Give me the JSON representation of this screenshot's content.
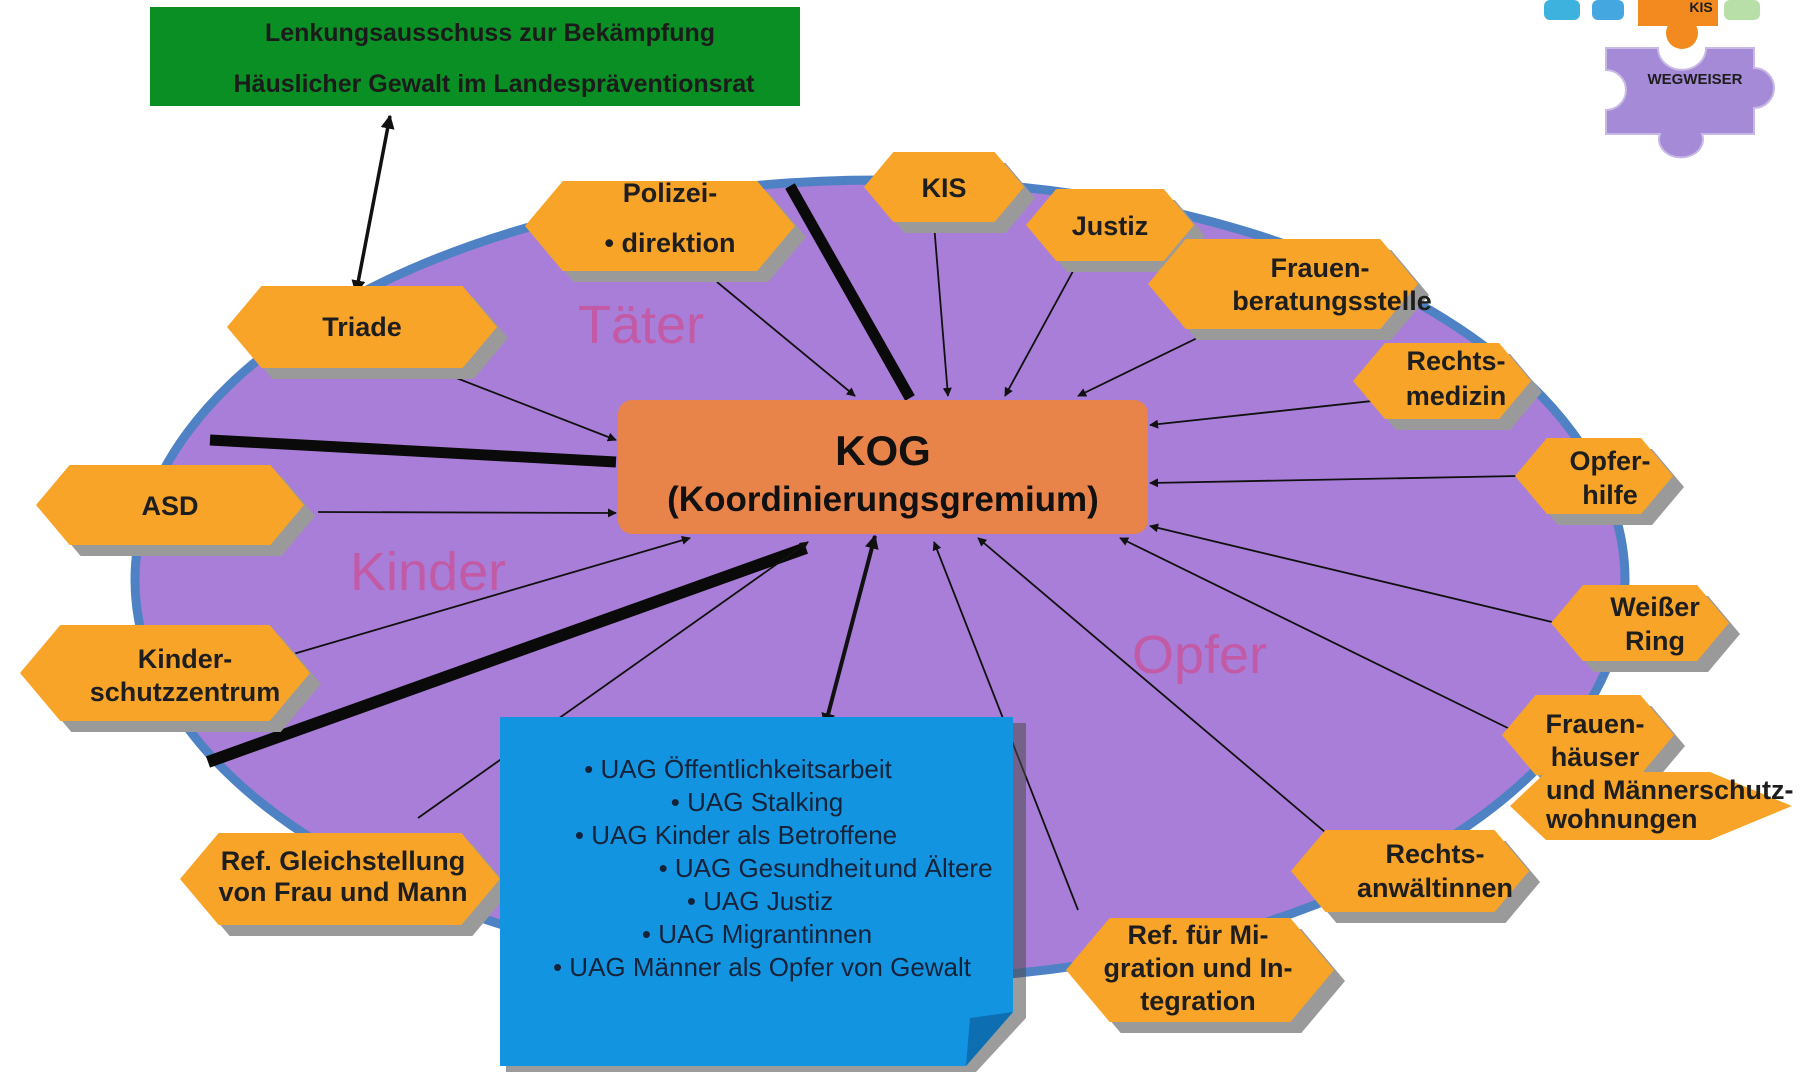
{
  "header_box": {
    "line1": "Lenkungsausschuss zur Bekämpfung",
    "line2": "Häuslicher Gewalt im Landespräventionsrat"
  },
  "logo": {
    "top_text": "KIS",
    "bottom_text": "WEGWEISER"
  },
  "center": {
    "title": "KOG",
    "subtitle": "(Koordinierungsgremium)"
  },
  "zones": {
    "taeter": "Täter",
    "kinder": "Kinder",
    "opfer": "Opfer"
  },
  "nodes": {
    "polizei": [
      "Polizei-",
      "•  direktion"
    ],
    "kis": [
      "KIS"
    ],
    "justiz": [
      "Justiz"
    ],
    "frauenberatung": [
      "Frauen-",
      "beratungsstelle"
    ],
    "rechtsmedizin": [
      "Rechts-",
      "medizin"
    ],
    "opferhilfe": [
      "Opfer-",
      "hilfe"
    ],
    "weisser_ring": [
      "Weißer",
      "Ring"
    ],
    "frauenhaeuser": [
      "Frauen-",
      "häuser"
    ],
    "maennerschutz": [
      "und Männerschutz-",
      "wohnungen"
    ],
    "rechtsanwaeltinnen": [
      "Rechts-",
      "anwältinnen"
    ],
    "migration": [
      "Ref. für Mi-",
      "gration und In-",
      "tegration"
    ],
    "gleichstellung": [
      "Ref. Gleichstellung",
      "von Frau und Mann"
    ],
    "kinderschutz": [
      "Kinder-",
      "schutzzentrum"
    ],
    "asd": [
      "ASD"
    ],
    "triade": [
      "Triade"
    ]
  },
  "uag_box": {
    "items": [
      "• UAG Öffentlichkeitsarbeit",
      "• UAG Stalking",
      "• UAG Kinder als Betroffene",
      "• UAG Gesundheit",
      "• UAG Justiz",
      "• UAG Migrantinnen",
      "• UAG Männer als Opfer von Gewalt"
    ],
    "gesundheit_suffix": "und Ältere"
  },
  "colors": {
    "ellipse_fill": "#a97ed8",
    "ellipse_stroke": "#4f82c4",
    "hexagon_fill": "#f8a429",
    "hexagon_shadow": "#9a9a9a",
    "center_fill": "#e8834a",
    "header_fill": "#0a8f24",
    "uag_fill": "#1394e0",
    "zone_text": "#c35aa6"
  }
}
